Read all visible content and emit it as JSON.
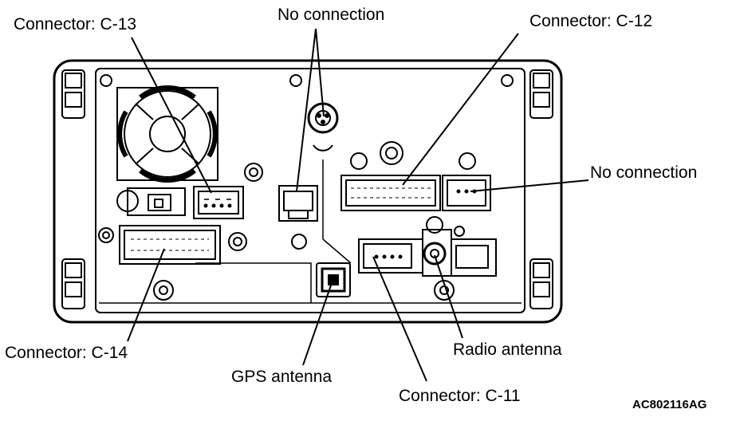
{
  "labels": {
    "c13": "Connector: C-13",
    "no_connection_top": "No connection",
    "c12": "Connector: C-12",
    "no_connection_right": "No connection",
    "c14": "Connector: C-14",
    "gps": "GPS antenna",
    "radio": "Radio antenna",
    "c11": "Connector: C-11"
  },
  "figure_code": "AC802116AG"
}
